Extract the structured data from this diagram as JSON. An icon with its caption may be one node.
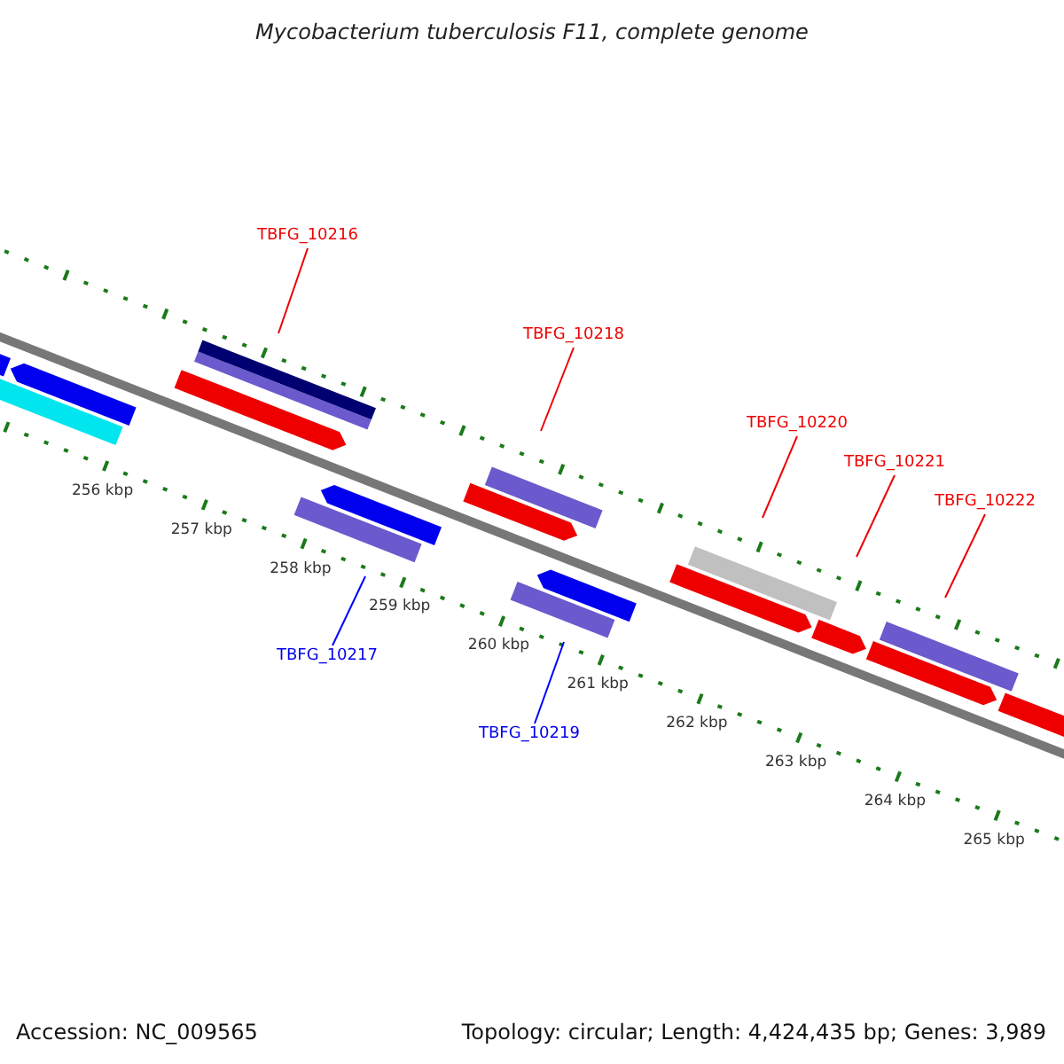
{
  "diagram": {
    "title": "Mycobacterium tuberculosis F11, complete genome",
    "nodes": [
      {
        "text": [
          "TBFG_10216"
        ]
      },
      {
        "text": [
          "TBFG_10218"
        ]
      },
      {
        "text": [
          "TBFG_10220"
        ]
      },
      {
        "text": [
          "TBFG_10221"
        ]
      },
      {
        "text": [
          "TBFG_10222"
        ]
      },
      {
        "text": [
          "TBFG_10217"
        ]
      },
      {
        "text": [
          "TBFG_10219"
        ]
      }
    ],
    "edges": [
      {
        "from": 0,
        "to": null,
        "arrow": "none"
      },
      {
        "from": 1,
        "to": null,
        "arrow": "none"
      },
      {
        "from": 2,
        "to": null,
        "arrow": "none"
      },
      {
        "from": 3,
        "to": null,
        "arrow": "none"
      },
      {
        "from": 4,
        "to": null,
        "arrow": "none"
      },
      {
        "from": 5,
        "to": null,
        "arrow": "none",
        "color": "#0000ff"
      },
      {
        "from": 6,
        "to": null,
        "arrow": "none",
        "color": "#0000ff"
      }
    ],
    "labels": [
      "256 kbp",
      "257 kbp",
      "258 kbp",
      "259 kbp",
      "260 kbp",
      "261 kbp",
      "262 kbp",
      "263 kbp",
      "264 kbp",
      "265 kbp",
      "Accession: NC_009565",
      "Topology: circular; Length: 4,424,435 bp; Genes: 3,989"
    ]
  }
}
